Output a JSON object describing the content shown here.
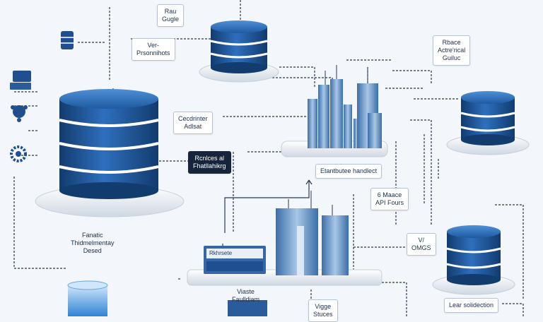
{
  "colors": {
    "primary": "#1f5aa0",
    "dark": "#123b6e",
    "light": "#dfe6ee",
    "connector": "#2a3a4f"
  },
  "labels": {
    "top_guide": [
      "Rau",
      "Gugle"
    ],
    "presentations": [
      "Ver-",
      "Prsonnihots"
    ],
    "right_top": [
      "Rbace",
      "Actre'rical",
      "Guiluc"
    ],
    "coordinator": [
      "Cecdrinter",
      "Adlsat"
    ],
    "dark_box": [
      "Rcnlces al",
      "Fhatllahikrg"
    ],
    "distribution": [
      "Etantbutee handlect"
    ],
    "api": [
      "6 Maace",
      "API Fours"
    ],
    "dms": [
      "V/",
      "OMGS"
    ],
    "left_bottom": [
      "Fanatic",
      "Thidmelmentay",
      "Desed"
    ],
    "server_label": [
      "Rkhrsete"
    ],
    "bottom_mid": [
      "Viaste",
      "Faulldiam"
    ],
    "vigge": [
      "Vigge",
      "Stuces"
    ],
    "lear": [
      "Lear solidection"
    ]
  },
  "icons": [
    "database-icon",
    "monitor-icon",
    "network-icon",
    "gear-icon"
  ]
}
